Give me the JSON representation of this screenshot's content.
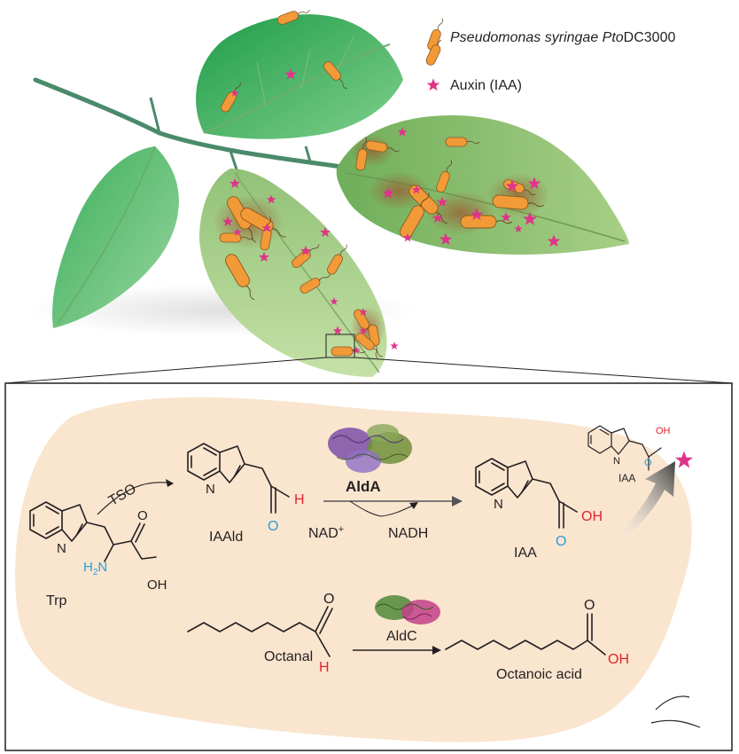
{
  "legend": {
    "bacterium_label_italic": "Pseudomonas syringae Pto",
    "bacterium_label_plain": "DC3000",
    "auxin_label": "Auxin (IAA)"
  },
  "reaction": {
    "trp": "Trp",
    "h2n": "H",
    "h2n_sub": "2",
    "h2n_n": "N",
    "oh_trp": "OH",
    "o_trp": "O",
    "tso": "TSO",
    "iaald": "IAAld",
    "n_iaald": "N",
    "o_iaald": "O",
    "h_iaald": "H",
    "alda": "AldA",
    "nad": "NAD",
    "nad_sup": "+",
    "nadh": "NADH",
    "iaa": "IAA",
    "n_iaa": "N",
    "o_iaa": "O",
    "oh_iaa": "OH",
    "iaa_out": "IAA",
    "n_iaa_out": "N",
    "oh_iaa_out": "OH",
    "o_iaa_out": "O",
    "n_trp": "N",
    "octanal": "Octanal",
    "o_octanal": "O",
    "h_octanal": "H",
    "aldc": "AldC",
    "octanoic": "Octanoic acid",
    "o_octanoic": "O",
    "oh_octanoic": "OH"
  },
  "colors": {
    "leaf_dark": "#1f9c4a",
    "leaf_light": "#8fd498",
    "leaf_infected": "#8ab86a",
    "lesion": "#8b5a2b",
    "bacterium": "#f29a38",
    "auxin_star": "#e0338a",
    "cell": "#fae5cf",
    "panel_border": "#231f20",
    "oxygen": "#2a9fd8",
    "hydrogen": "#e0242b"
  }
}
